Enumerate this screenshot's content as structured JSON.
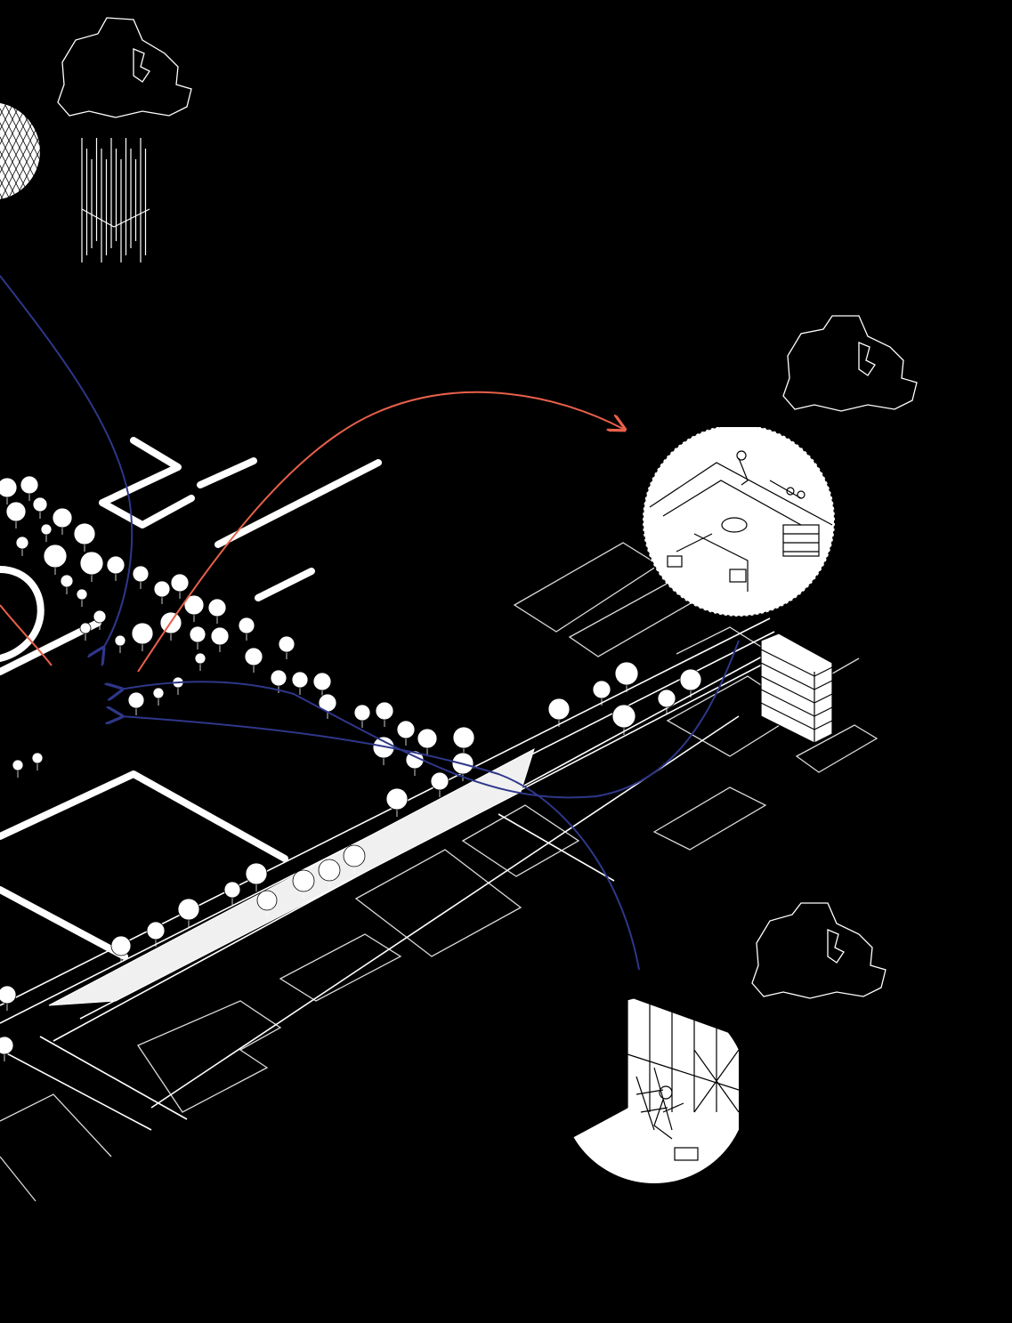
{
  "diagram": {
    "kind": "isometric urban axonometric",
    "background": "#000000",
    "colors": {
      "line": "#ffffff",
      "flow_blue": "#2e3789",
      "flow_red": "#e8604a",
      "strip_fill": "#f0f0f0",
      "vignette_fill": "#ffffff"
    },
    "icons": [
      "berlin-map-outline-icon",
      "berlin-map-outline-icon",
      "berlin-map-outline-icon",
      "tree-icon",
      "arrowhead-icon"
    ],
    "vignettes": [
      "material-storage-scene",
      "construction-worker-scene",
      "lattice-facade-scene"
    ],
    "flows": [
      {
        "name": "blue-flow",
        "color": "blue"
      },
      {
        "name": "red-flow",
        "color": "red"
      }
    ]
  }
}
